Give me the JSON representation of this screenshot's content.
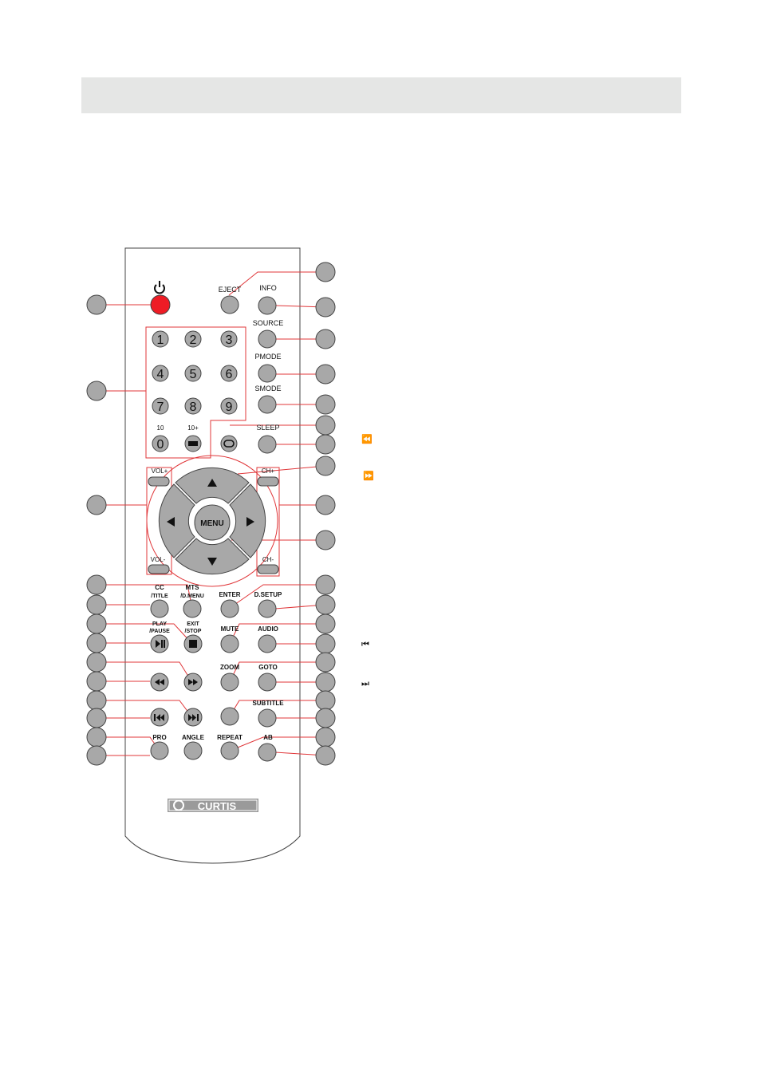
{
  "header_bar": {
    "text": ""
  },
  "power_icon": "power-icon",
  "numpad": [
    "1",
    "2",
    "3",
    "4",
    "5",
    "6",
    "7",
    "8",
    "9"
  ],
  "labels": {
    "eject": "EJECT",
    "info": "INFO",
    "source": "SOURCE",
    "pmode": "PMODE",
    "smode": "SMODE",
    "sleep": "SLEEP",
    "ten": "10",
    "zero": "0",
    "ten_plus": "10+",
    "vol_plus": "VOL+",
    "vol_minus": "VOL-",
    "ch_plus": "CH+",
    "ch_minus": "CH-",
    "menu": "MENU",
    "cc": "CC",
    "cc_sub": "/TITLE",
    "mts": "MTS",
    "mts_sub": "/D.MENU",
    "enter": "ENTER",
    "dsetup": "D.SETUP",
    "play": "PLAY",
    "play_sub": "/PAUSE",
    "exit": "EXIT",
    "exit_sub": "/STOP",
    "mute": "MUTE",
    "audio": "AUDIO",
    "zoom": "ZOOM",
    "goto": "GOTO",
    "subtitle": "SUBTITLE",
    "pro": "PRO",
    "angle": "ANGLE",
    "repeat": "REPEAT",
    "ab": "AB"
  },
  "brand": "CURTIS",
  "side_icons": [
    "rewind-icon",
    "fast-forward-icon",
    "previous-track-icon",
    "next-track-icon"
  ],
  "colors": {
    "button": "#a8a8a8",
    "power": "#ee1c25",
    "leader": "#e0373a",
    "header": "#e5e6e5"
  }
}
